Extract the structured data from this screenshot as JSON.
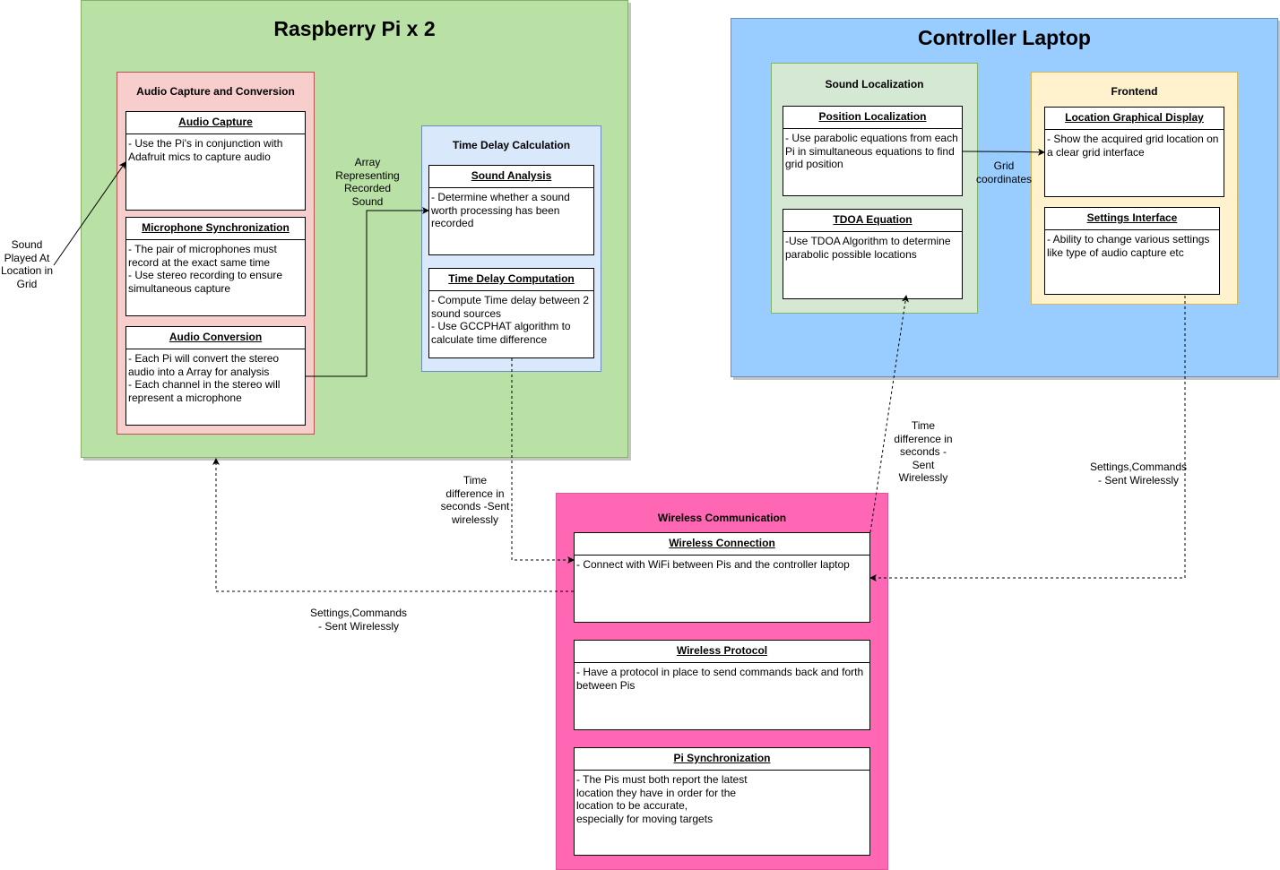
{
  "raspberry": {
    "title": "Raspberry Pi x 2",
    "audio_group": {
      "title": "Audio Capture and Conversion",
      "capture": {
        "title": "Audio Capture",
        "body": "- Use the Pi's in conjunction with Adafruit mics to capture audio"
      },
      "sync": {
        "title": "Microphone Synchronization",
        "body": "- The pair of microphones must record at the exact same time\n- Use stereo recording to ensure simultaneous capture"
      },
      "conversion": {
        "title": "Audio Conversion",
        "body": "- Each Pi will convert the stereo audio into a Array for analysis\n- Each channel in the stereo will represent a microphone"
      }
    },
    "delay_group": {
      "title": "Time Delay Calculation",
      "analysis": {
        "title": "Sound Analysis",
        "body": "- Determine whether a sound worth processing has been recorded"
      },
      "computation": {
        "title": "Time Delay Computation",
        "body": "- Compute Time delay between 2 sound sources\n- Use GCCPHAT algorithm to calculate time difference"
      }
    }
  },
  "laptop": {
    "title": "Controller Laptop",
    "localization_group": {
      "title": "Sound Localization",
      "position": {
        "title": "Position Localization",
        "body": "- Use parabolic equations from each Pi in simultaneous equations to find grid position"
      },
      "tdoa": {
        "title": "TDOA Equation",
        "body": "-Use TDOA Algorithm to determine parabolic possible locations"
      }
    },
    "frontend_group": {
      "title": "Frontend",
      "display": {
        "title": "Location Graphical Display",
        "body": "- Show the acquired grid location on a clear grid interface"
      },
      "settings": {
        "title": "Settings Interface",
        "body": "- Ability to change various settings like type of audio capture etc"
      }
    }
  },
  "wireless": {
    "title": "Wireless Communication",
    "connection": {
      "title": "Wireless Connection",
      "body": "- Connect with WiFi between Pis and the controller laptop"
    },
    "protocol": {
      "title": "Wireless Protocol",
      "body": "- Have a protocol in place to send commands back and forth between Pis"
    },
    "pisync": {
      "title": "Pi Synchronization",
      "body": "- The Pis must both report the latest\n location they have in order for the\n location to be accurate,\nespecially for moving targets"
    }
  },
  "labels": {
    "sound_played": "Sound\nPlayed At\nLocation in\nGrid",
    "array": "Array\nRepresenting\nRecorded\nSound",
    "grid": "Grid\ncoordinates",
    "time_left": "Time\ndifference in\nseconds -Sent\nwirelessly",
    "time_right": "Time\ndifference in\nseconds -\nSent\nWirelessly",
    "settings_right": "Settings,Commands\n- Sent Wirelessly",
    "settings_left": "Settings,Commands\n- Sent Wirelessly"
  },
  "colors": {
    "raspberry_bg": "#b9e0a5",
    "raspberry_border": "#82b366",
    "audio_bg": "#f8cecc",
    "audio_border": "#b85450",
    "delay_bg": "#dae8fc",
    "delay_border": "#6c8ebf",
    "laptop_bg": "#99ccff",
    "laptop_border": "#6c8ebf",
    "localization_bg": "#d5e8d4",
    "localization_border": "#82b366",
    "frontend_bg": "#fff2cc",
    "frontend_border": "#d6b656",
    "wireless_bg": "#ff66b3",
    "wireless_border": "#e05599"
  }
}
